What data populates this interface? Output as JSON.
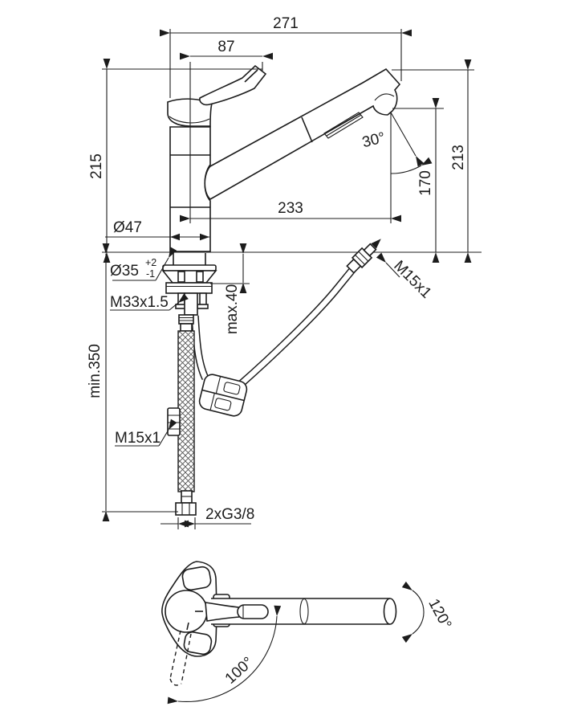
{
  "colors": {
    "ink": "#1c1c1c",
    "background": "#ffffff"
  },
  "drawing": {
    "type": "technical-dimension-drawing",
    "subject": "single-lever kitchen mixer tap with pull-out spray; side elevation with installation hoses and plan view with swivel angles"
  },
  "dims": {
    "total_projection": "271",
    "handle_projection": "87",
    "height_left": "215",
    "height_right": "213",
    "outlet_height": "170",
    "spout_reach": "233",
    "spray_angle": "30°",
    "body_diameter": "Ø47",
    "hole_diameter": "Ø35",
    "hole_tol_upper": "+2",
    "hole_tol_lower": "-1",
    "mounting_thread": "M33x1.5",
    "max_deck_thickness": "max.40",
    "min_clearance": "min.350",
    "hose_thread_lower": "M15x1",
    "hose_thread_upper": "M15x1",
    "supply_connection": "2xG3/8",
    "spout_swivel_angle": "120°",
    "handle_swivel_angle": "100°"
  }
}
